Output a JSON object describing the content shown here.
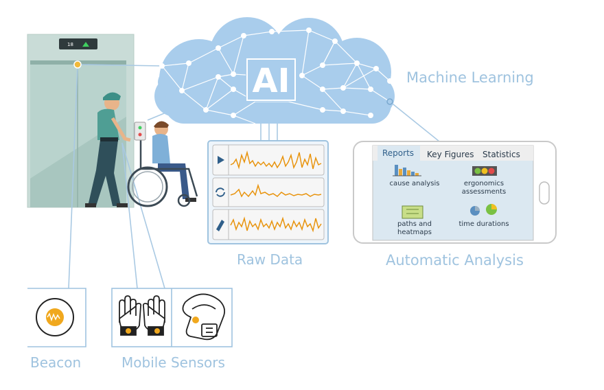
{
  "labels": {
    "machine_learning": "Machine Learning",
    "raw_data": "Raw Data",
    "automatic_analysis": "Automatic Analysis",
    "beacon": "Beacon",
    "mobile_sensors": "Mobile Sensors"
  },
  "cloud": {
    "text": "AI"
  },
  "elevator": {
    "floor": "18"
  },
  "phone": {
    "tabs": [
      "Reports",
      "Key Figures",
      "Statistics"
    ],
    "active_tab": "Reports",
    "reports": [
      {
        "title": "cause analysis"
      },
      {
        "title": "ergonomics assessments"
      },
      {
        "title": "paths and heatmaps"
      },
      {
        "title": "time durations"
      }
    ]
  },
  "colors": {
    "cloud": "#a9cdec",
    "line": "#9fc3df",
    "signal": "#e8930c",
    "label": "#9fc3df"
  }
}
